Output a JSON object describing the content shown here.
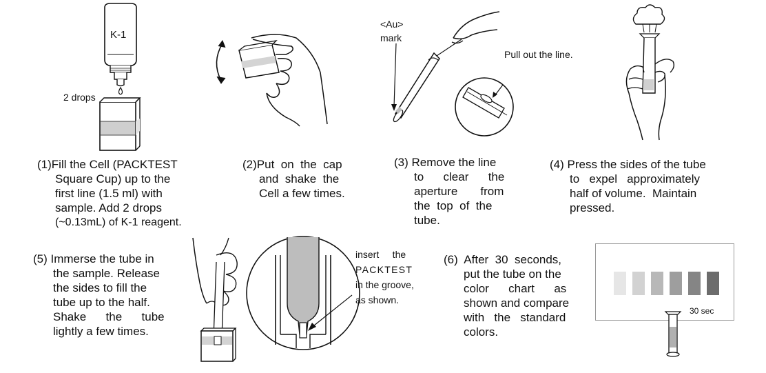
{
  "labels": {
    "k1": "K-1",
    "drops": "2 drops",
    "au_line1": "<Au>",
    "au_line2": "mark",
    "pull_out": "Pull out the line.",
    "insert_1": "insert     the",
    "insert_2": "PACKTEST",
    "insert_3": "in the groove,",
    "insert_4": "as shown.",
    "timer": "30 sec"
  },
  "steps": {
    "s1": [
      "(1)Fill the Cell (PACKTEST",
      "Square Cup)  up to the",
      "first line (1.5 ml) with",
      "sample. Add 2 drops",
      "(~0.13mL) of K-1 reagent."
    ],
    "s2": [
      "(2)Put  on  the  cap",
      "and  shake  the",
      "Cell a few times."
    ],
    "s3": [
      "(3) Remove the line",
      "to      clear      the",
      "aperture       from",
      "the  top  of  the",
      "tube."
    ],
    "s4": [
      "(4) Press the sides of the tube",
      "to   expel   approximately",
      "half of volume.  Maintain",
      "pressed."
    ],
    "s5": [
      "(5) Immerse the tube in",
      "the sample. Release",
      "the sides to fill the",
      "tube up to the half.",
      "Shake      the      tube",
      "lightly a few times."
    ],
    "s6": [
      "(6)  After  30  seconds,",
      "put the tube on the",
      "color      chart      as",
      "shown and compare",
      "with   the   standard",
      "colors."
    ]
  },
  "colors": {
    "swatches": [
      "#e6e6e6",
      "#d2d2d2",
      "#b8b8b8",
      "#9e9e9e",
      "#858585",
      "#6c6c6c"
    ],
    "liquid": "#c8c8c8",
    "line": "#111111"
  }
}
